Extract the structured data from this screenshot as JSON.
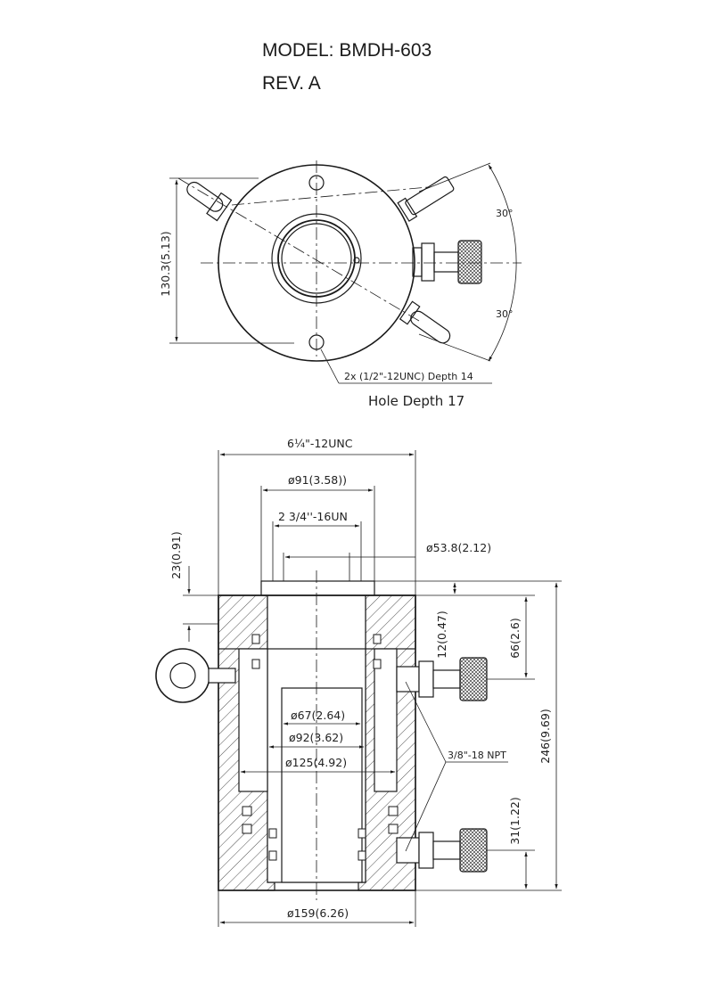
{
  "header": {
    "model": "MODEL: BMDH-603",
    "rev": "REV. A"
  },
  "top_view": {
    "height_dim": "130.3(5.13)",
    "angle_upper": "30°",
    "angle_lower": "30°",
    "thread_note": "2x (1/2\"-12UNC)  Depth  14",
    "hole_depth": "Hole  Depth  17"
  },
  "section_view": {
    "outer_thread": "6¼\"-12UNC",
    "dia_91": "ø91(3.58))",
    "inner_thread": "2  3/4''-16UN",
    "dia_53_8": "ø53.8(2.12)",
    "dim_23": "23(0.91)",
    "dim_12": "12(0.47)",
    "dim_66": "66(2.6)",
    "dim_246": "246(9.69)",
    "dim_31": "31(1.22)",
    "dia_67": "ø67(2.64)",
    "dia_92": "ø92(3.62)",
    "dia_125": "ø125(4.92)",
    "npt": "3/8\"-18  NPT",
    "dia_159": "ø159(6.26)"
  },
  "colors": {
    "line": "#1a1a1a",
    "hatch": "#3a3a3a"
  }
}
